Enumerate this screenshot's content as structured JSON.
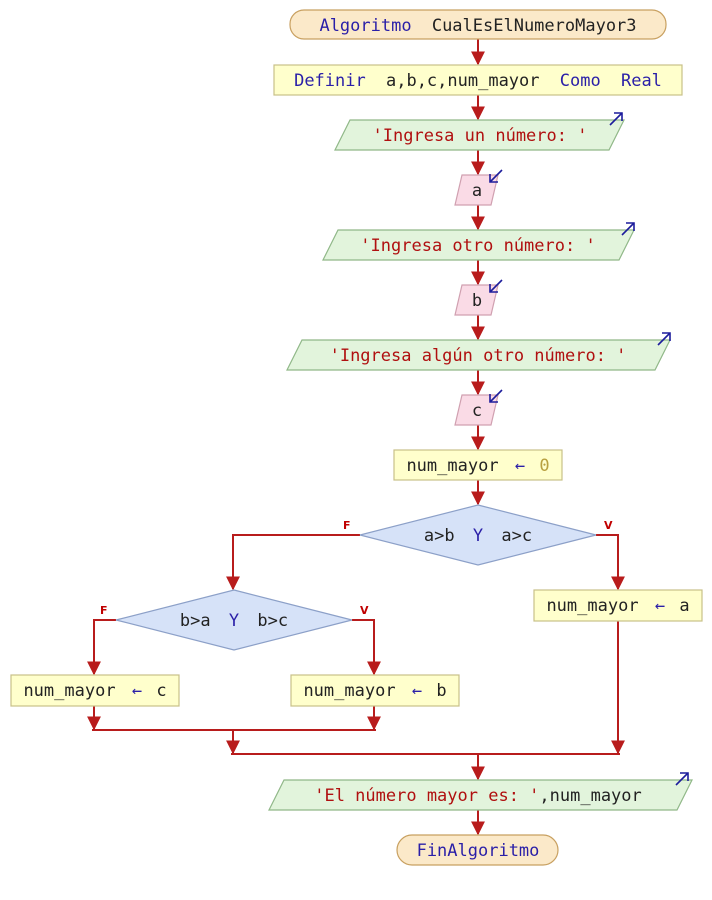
{
  "algorithm": {
    "start_keyword": "Algoritmo",
    "name": "CualEsElNumeroMayor3",
    "end_keyword": "FinAlgoritmo"
  },
  "define": {
    "keyword": "Definir",
    "vars": "a,b,c,num_mayor",
    "como": "Como",
    "type": "Real"
  },
  "outputs": {
    "prompt1": "'Ingresa un número: '",
    "prompt2": "'Ingresa otro número: '",
    "prompt3": "'Ingresa algún otro número: '",
    "final_text": "'El número mayor es: '",
    "final_var": ",num_mayor"
  },
  "inputs": {
    "in1": "a",
    "in2": "b",
    "in3": "c"
  },
  "assign_init": {
    "var": "num_mayor",
    "arrow": "←",
    "value": "0"
  },
  "decision1": {
    "left": "a>b",
    "op": "Y",
    "right": "a>c",
    "false_label": "F",
    "true_label": "V"
  },
  "decision2": {
    "left": "b>a",
    "op": "Y",
    "right": "b>c",
    "false_label": "F",
    "true_label": "V"
  },
  "assign_a": {
    "var": "num_mayor",
    "arrow": "←",
    "value": "a"
  },
  "assign_b": {
    "var": "num_mayor",
    "arrow": "←",
    "value": "b"
  },
  "assign_c": {
    "var": "num_mayor",
    "arrow": "←",
    "value": "c"
  },
  "colors": {
    "terminal_fill": "#fbe9c9",
    "terminal_stroke": "#c8a060",
    "process_fill": "#ffffcc",
    "process_stroke": "#c8c088",
    "output_fill": "#e2f4dc",
    "output_stroke": "#90b888",
    "input_fill": "#fadbe6",
    "input_stroke": "#d0a0b0",
    "decision_fill": "#d6e2f8",
    "decision_stroke": "#8ca0c8",
    "flow": "#b81c1c"
  }
}
